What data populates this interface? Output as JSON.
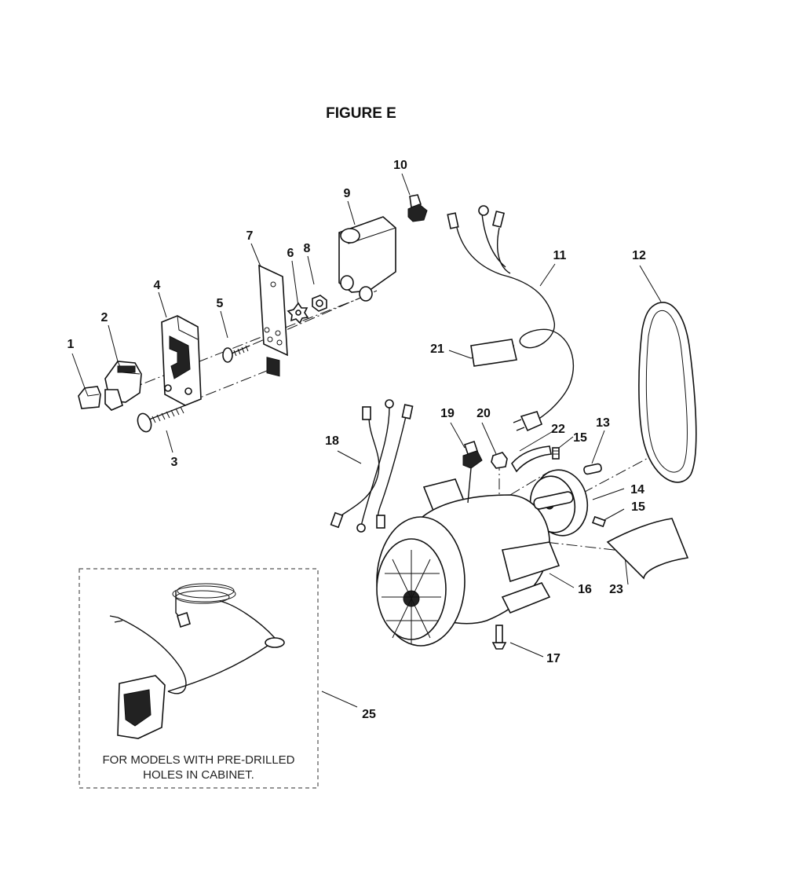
{
  "figure_title": "FIGURE E",
  "callouts": [
    "1",
    "2",
    "3",
    "4",
    "5",
    "6",
    "7",
    "8",
    "9",
    "10",
    "11",
    "12",
    "13",
    "14",
    "15",
    "15",
    "16",
    "17",
    "18",
    "19",
    "20",
    "21",
    "22",
    "23",
    "25"
  ],
  "inset_note": {
    "line1": "FOR MODELS WITH PRE-DRILLED",
    "line2": "HOLES IN CABINET."
  }
}
